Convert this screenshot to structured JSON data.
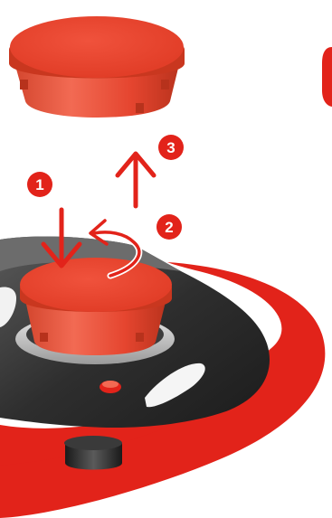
{
  "steps": [
    {
      "label": "1",
      "action": "press-down"
    },
    {
      "label": "2",
      "action": "rotate"
    },
    {
      "label": "3",
      "action": "lift-up"
    }
  ],
  "colors": {
    "cap_red": "#e5452f",
    "cap_red_dark": "#c9371f",
    "cap_red_light": "#f26a53",
    "brand_red": "#e2231a",
    "base_dark": "#2b2b2b",
    "base_mid": "#4a4a4a",
    "arrow_red": "#e2231a",
    "badge_red": "#e2231a"
  },
  "icons": {
    "arrow_down": "arrow-down-icon",
    "arrow_up": "arrow-up-icon",
    "arrow_rotate": "rotate-arrow-icon"
  }
}
